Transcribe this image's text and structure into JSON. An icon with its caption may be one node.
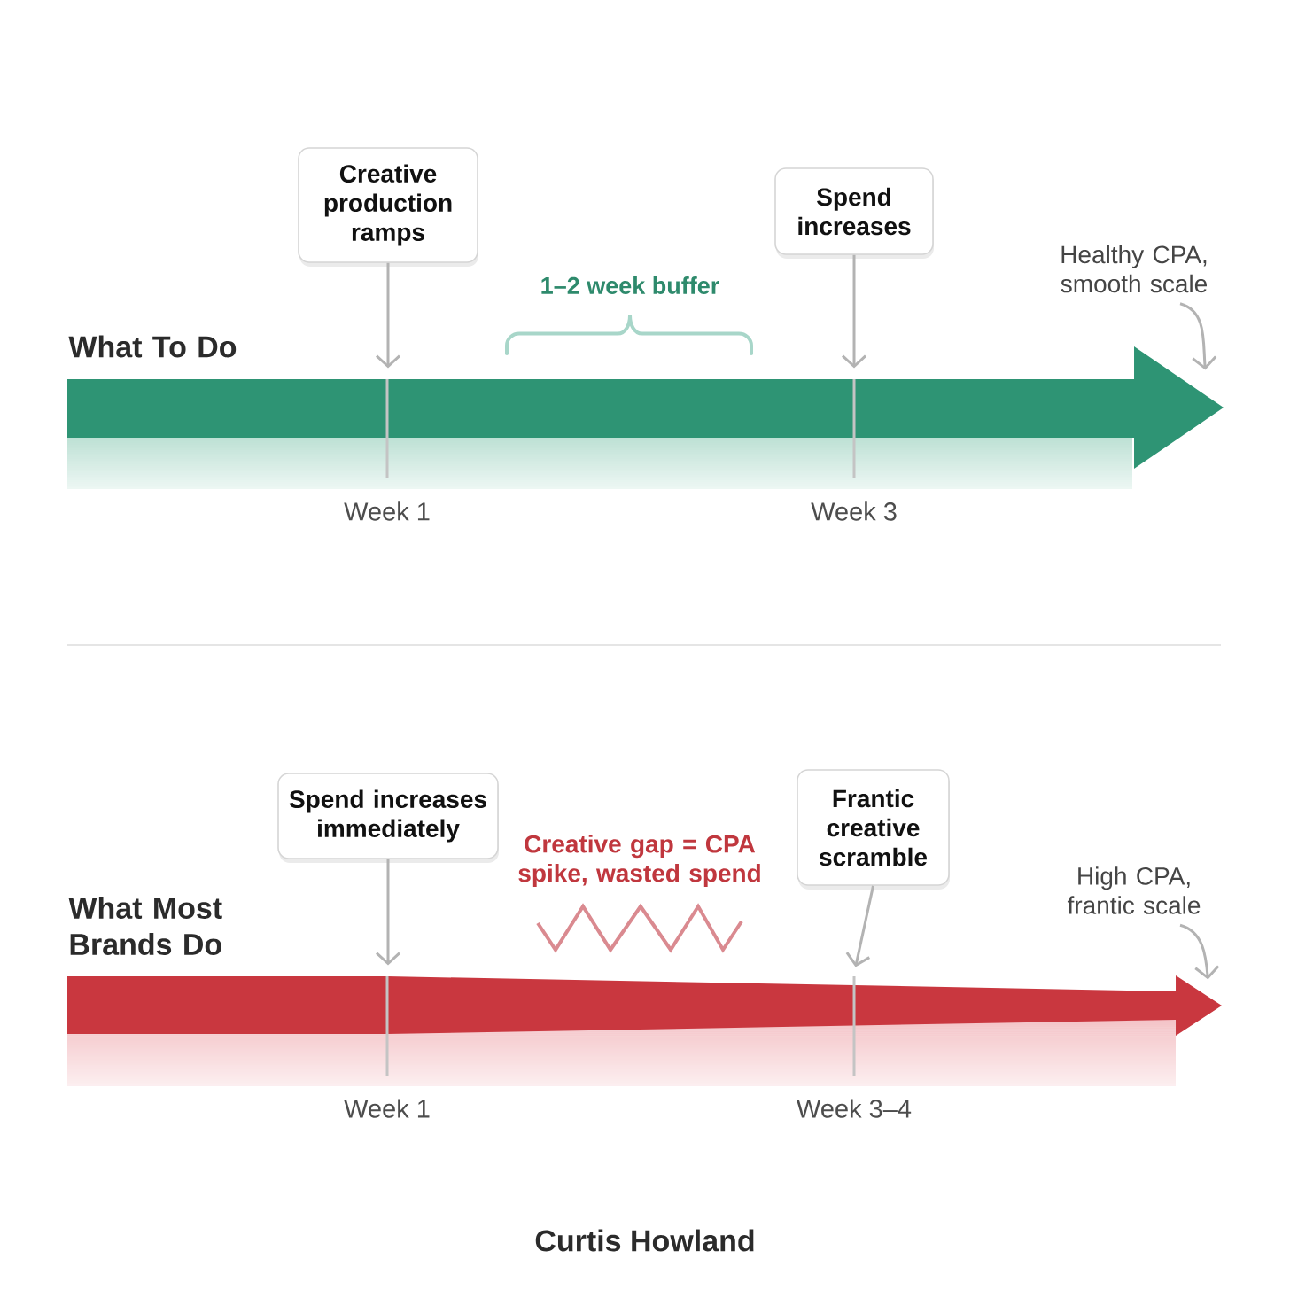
{
  "diagram": {
    "nodes": [
      {
        "text": [
          "Creative production ramps"
        ]
      },
      {
        "text": [
          "Spend increases"
        ]
      },
      {
        "text": [
          "Healthy CPA, smooth scale"
        ]
      },
      {
        "text": [],
        "shape": "arrow"
      },
      {
        "text": [
          "Spend increases immediately"
        ]
      },
      {
        "text": [
          "Frantic creative scramble"
        ]
      },
      {
        "text": [
          "High CPA, frantic scale"
        ]
      },
      {
        "text": [],
        "shape": "arrow"
      }
    ],
    "edges": [
      {
        "from": 0,
        "to": 3,
        "arrow": "to"
      },
      {
        "from": 1,
        "to": 3,
        "arrow": "to"
      },
      {
        "from": 2,
        "to": 3,
        "arrow": "to"
      },
      {
        "from": 4,
        "to": 7,
        "arrow": "to"
      },
      {
        "from": 5,
        "to": 7,
        "arrow": "to"
      },
      {
        "from": 6,
        "to": 7,
        "arrow": "to"
      }
    ],
    "labels": [
      "What To Do",
      "1–2 week buffer",
      "Week 1",
      "Week 3",
      "What Most Brands Do",
      "Creative gap = CPA spike, wasted spend",
      "Week 1",
      "Week 3–4",
      "Curtis Howland"
    ]
  }
}
